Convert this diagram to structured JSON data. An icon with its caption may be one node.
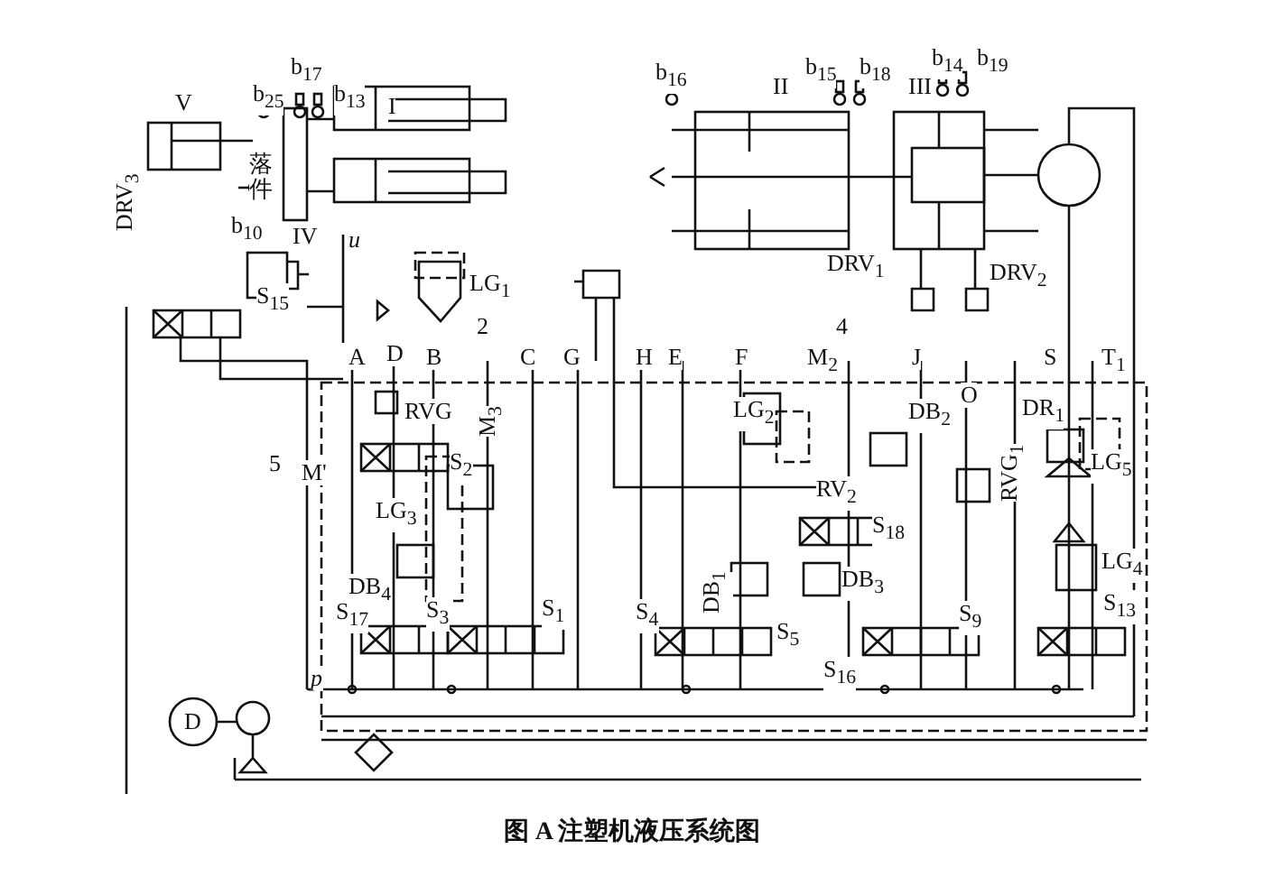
{
  "diagram": {
    "caption": "图 A 注塑机液压系统图",
    "labels": [
      "b$_{25}$",
      "b$_{17}$",
      "b$_{13}$",
      "I",
      "b$_{16}$",
      "b$_{15}$",
      "b$_{18}$",
      "b$_{14}$",
      "b$_{19}$",
      "II",
      "III",
      "V",
      "落件",
      "b$_{10}$",
      "DRV$_{3}$",
      "IV",
      "u",
      "LG$_{1}$",
      "DRV$_{1}$",
      "DRV$_{2}$",
      "S$_{15}$",
      "2",
      "A",
      "D",
      "B",
      "C",
      "G",
      "H",
      "E",
      "F",
      "4",
      "M$_{2}$",
      "J",
      "O",
      "S",
      "T$_{1}$",
      "RVG",
      "M$_{3}$",
      "LG$_{2}$",
      "DB$_{2}$",
      "DR$_{1}$",
      "5",
      "M'",
      "S$_{2}$",
      "RV$_{2}$",
      "LG$_{5}$",
      "RVG$_{1}$",
      "S$_{18}$",
      "LG$_{3}$",
      "LG$_{4}$",
      "DB$_{1}$",
      "DB$_{4}$",
      "DB$_{3}$",
      "S$_{17}$",
      "S$_{3}$",
      "S$_{1}$",
      "S$_{4}$",
      "S$_{5}$",
      "S$_{9}$",
      "S$_{13}$",
      "S$_{16}$",
      "p",
      "D"
    ]
  }
}
